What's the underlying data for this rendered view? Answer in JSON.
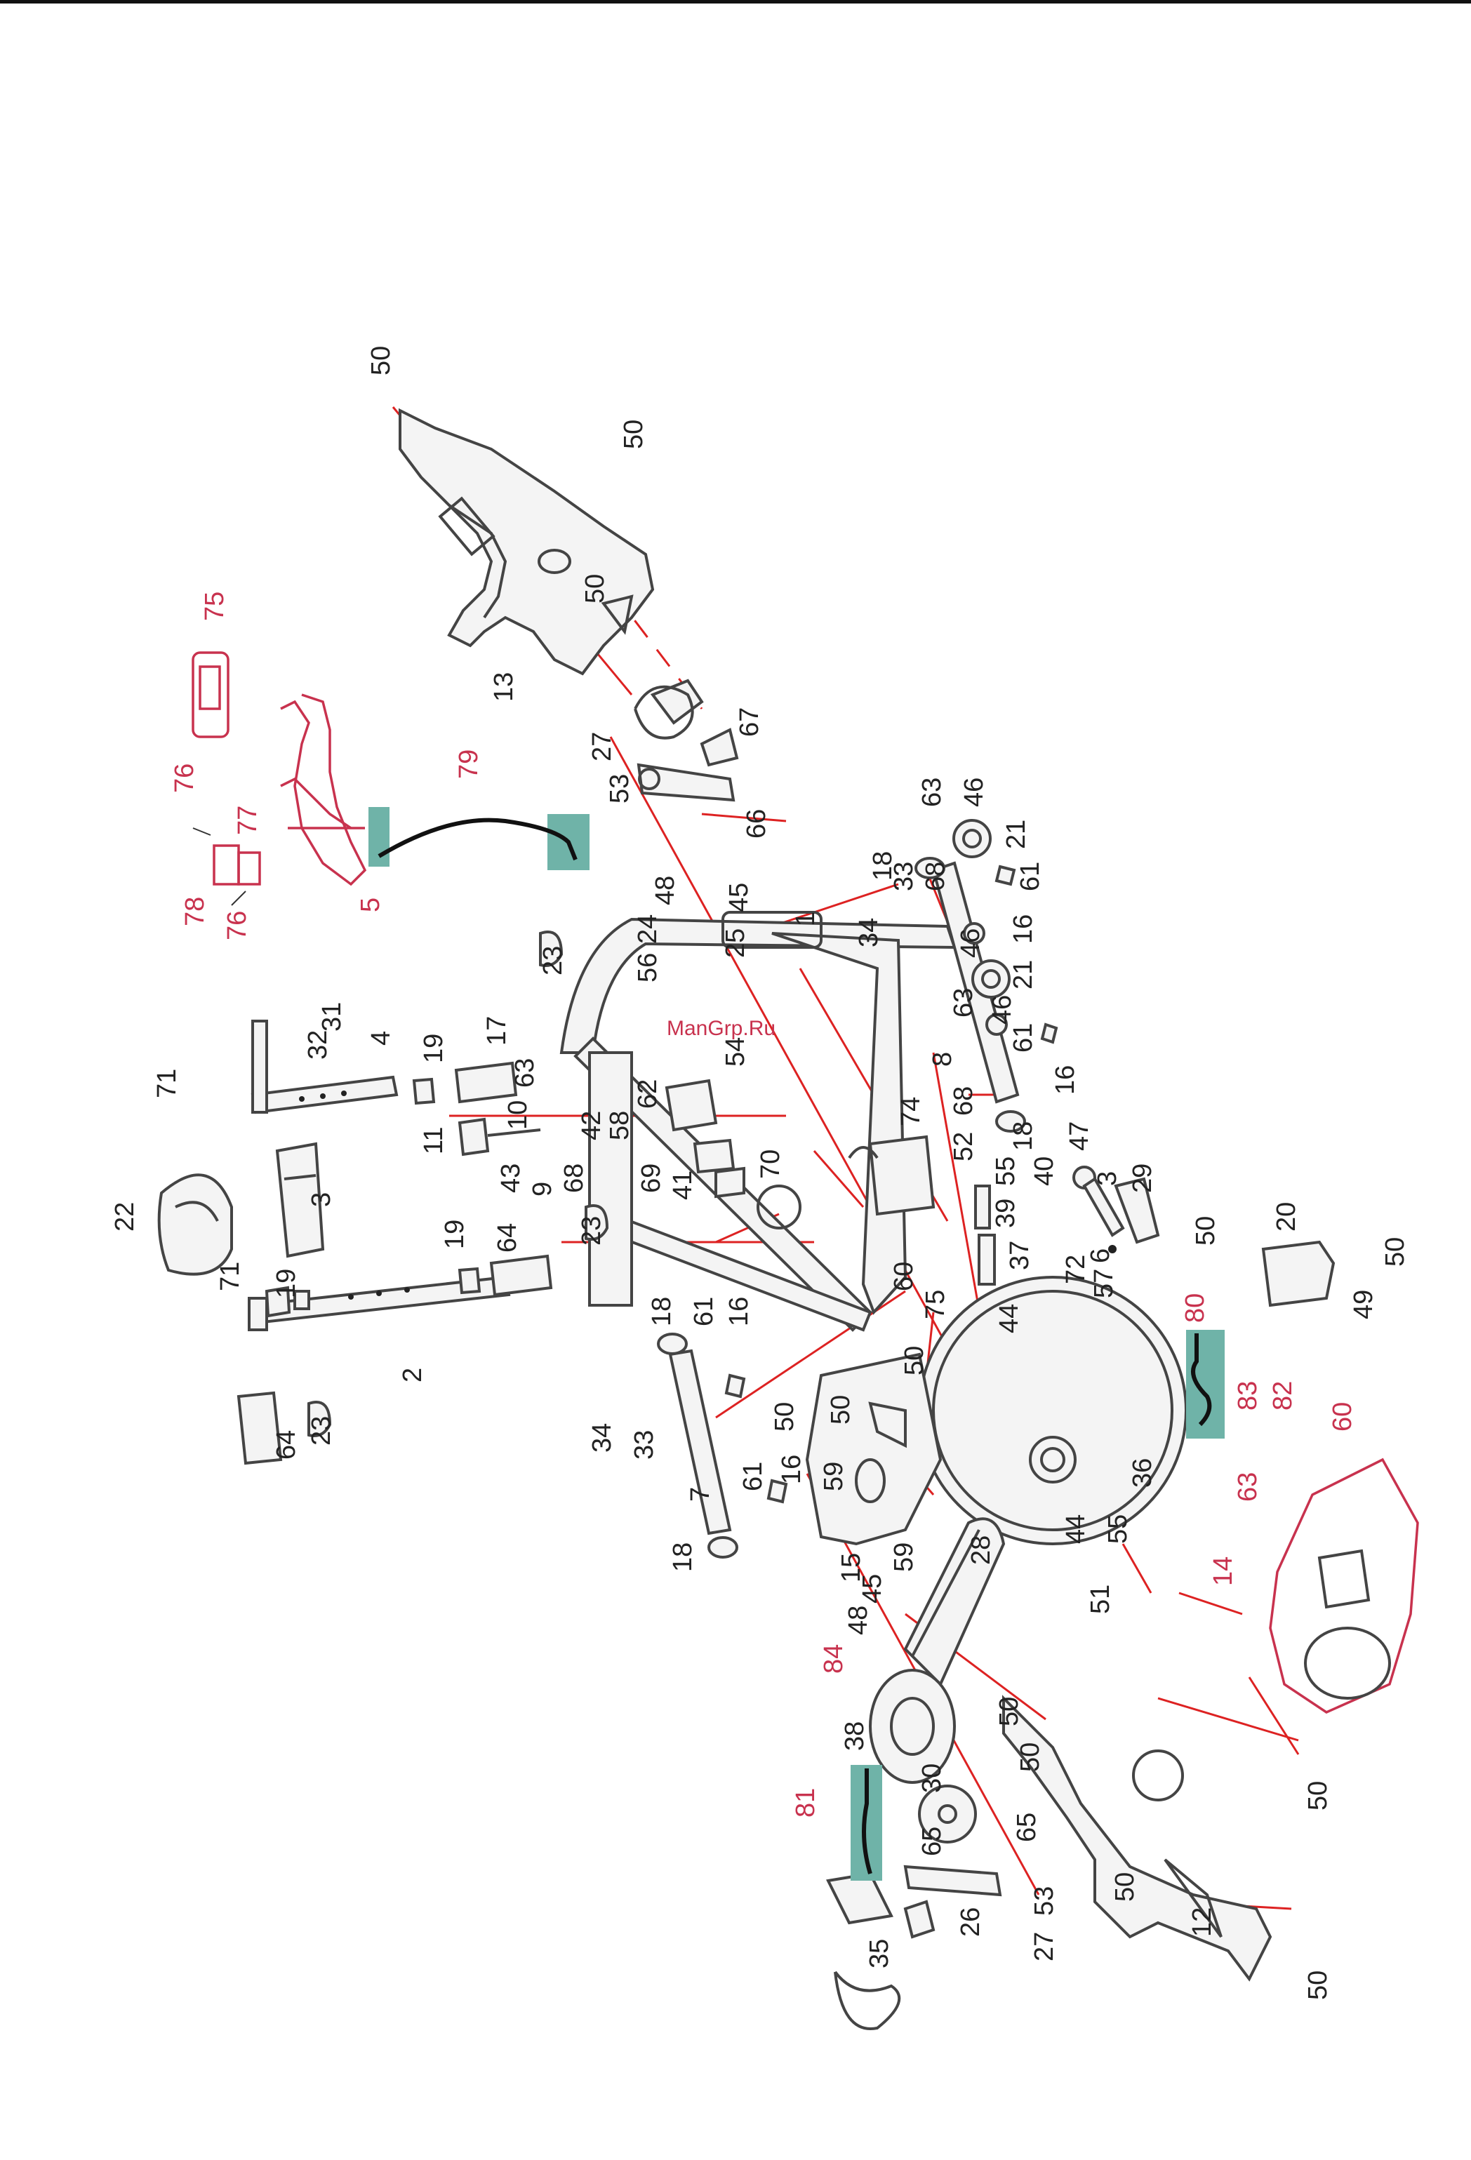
{
  "watermark": "ManGrp.Ru",
  "callouts": [
    {
      "id": "c1",
      "text": "50",
      "red": false
    },
    {
      "id": "c2",
      "text": "50",
      "red": false
    },
    {
      "id": "c3",
      "text": "50",
      "red": false
    },
    {
      "id": "c4",
      "text": "13",
      "red": false
    },
    {
      "id": "c5",
      "text": "75",
      "red": true
    },
    {
      "id": "c6",
      "text": "76",
      "red": true
    },
    {
      "id": "c7",
      "text": "76",
      "red": true
    },
    {
      "id": "c8",
      "text": "77",
      "red": true
    },
    {
      "id": "c9",
      "text": "78",
      "red": true
    },
    {
      "id": "c10",
      "text": "5",
      "red": true
    },
    {
      "id": "c11",
      "text": "79",
      "red": true
    },
    {
      "id": "c12",
      "text": "27",
      "red": false
    },
    {
      "id": "c13",
      "text": "53",
      "red": false
    },
    {
      "id": "c14",
      "text": "67",
      "red": false
    },
    {
      "id": "c15",
      "text": "66",
      "red": false
    },
    {
      "id": "c16",
      "text": "48",
      "red": false
    },
    {
      "id": "c17",
      "text": "45",
      "red": false
    },
    {
      "id": "c18",
      "text": "24",
      "red": false
    },
    {
      "id": "c19",
      "text": "56",
      "red": false
    },
    {
      "id": "c20",
      "text": "25",
      "red": false
    },
    {
      "id": "c21",
      "text": "1",
      "red": false
    },
    {
      "id": "c22",
      "text": "34",
      "red": false
    },
    {
      "id": "c23",
      "text": "33",
      "red": false
    },
    {
      "id": "c24",
      "text": "68",
      "red": false
    },
    {
      "id": "c25",
      "text": "63",
      "red": false
    },
    {
      "id": "c26",
      "text": "46",
      "red": false
    },
    {
      "id": "c27",
      "text": "21",
      "red": false
    },
    {
      "id": "c28",
      "text": "18",
      "red": false
    },
    {
      "id": "c29",
      "text": "61",
      "red": false
    },
    {
      "id": "c30",
      "text": "16",
      "red": false
    },
    {
      "id": "c31",
      "text": "46",
      "red": false
    },
    {
      "id": "c32",
      "text": "46",
      "red": false
    },
    {
      "id": "c33",
      "text": "21",
      "red": false
    },
    {
      "id": "c34",
      "text": "63",
      "red": false
    },
    {
      "id": "c35",
      "text": "8",
      "red": false
    },
    {
      "id": "c36",
      "text": "68",
      "red": false
    },
    {
      "id": "c37",
      "text": "18",
      "red": false
    },
    {
      "id": "c38",
      "text": "61",
      "red": false
    },
    {
      "id": "c39",
      "text": "16",
      "red": false
    },
    {
      "id": "c40",
      "text": "23",
      "red": false
    },
    {
      "id": "c41",
      "text": "31",
      "red": false
    },
    {
      "id": "c42",
      "text": "32",
      "red": false
    },
    {
      "id": "c43",
      "text": "4",
      "red": false
    },
    {
      "id": "c44",
      "text": "19",
      "red": false
    },
    {
      "id": "c45",
      "text": "17",
      "red": false
    },
    {
      "id": "c46",
      "text": "63",
      "red": false
    },
    {
      "id": "c47",
      "text": "10",
      "red": false
    },
    {
      "id": "c48",
      "text": "11",
      "red": false
    },
    {
      "id": "c49",
      "text": "43",
      "red": false
    },
    {
      "id": "c50",
      "text": "9",
      "red": false
    },
    {
      "id": "c51",
      "text": "68",
      "red": false
    },
    {
      "id": "c52",
      "text": "42",
      "red": false
    },
    {
      "id": "c53",
      "text": "58",
      "red": false
    },
    {
      "id": "c54",
      "text": "62",
      "red": false
    },
    {
      "id": "c55",
      "text": "69",
      "red": false
    },
    {
      "id": "c56",
      "text": "41",
      "red": false
    },
    {
      "id": "c57",
      "text": "54",
      "red": false
    },
    {
      "id": "c58",
      "text": "70",
      "red": false
    },
    {
      "id": "c59",
      "text": "74",
      "red": false
    },
    {
      "id": "c60",
      "text": "52",
      "red": false
    },
    {
      "id": "c61",
      "text": "55",
      "red": false
    },
    {
      "id": "c62",
      "text": "39",
      "red": false
    },
    {
      "id": "c63",
      "text": "40",
      "red": false
    },
    {
      "id": "c64",
      "text": "47",
      "red": false
    },
    {
      "id": "c65",
      "text": "3",
      "red": false
    },
    {
      "id": "c66",
      "text": "29",
      "red": false
    },
    {
      "id": "c67",
      "text": "6",
      "red": false
    },
    {
      "id": "c68",
      "text": "72",
      "red": false
    },
    {
      "id": "c69",
      "text": "57",
      "red": false
    },
    {
      "id": "c70",
      "text": "37",
      "red": false
    },
    {
      "id": "c71",
      "text": "44",
      "red": false
    },
    {
      "id": "c72",
      "text": "60",
      "red": false
    },
    {
      "id": "c73",
      "text": "75",
      "red": false
    },
    {
      "id": "c74",
      "text": "71",
      "red": false
    },
    {
      "id": "c75",
      "text": "22",
      "red": false
    },
    {
      "id": "c76",
      "text": "71",
      "red": false
    },
    {
      "id": "c77",
      "text": "19",
      "red": false
    },
    {
      "id": "c78",
      "text": "3",
      "red": false
    },
    {
      "id": "c79",
      "text": "19",
      "red": false
    },
    {
      "id": "c80",
      "text": "64",
      "red": false
    },
    {
      "id": "c81",
      "text": "23",
      "red": false
    },
    {
      "id": "c82",
      "text": "2",
      "red": false
    },
    {
      "id": "c83",
      "text": "23",
      "red": false
    },
    {
      "id": "c84",
      "text": "64",
      "red": false
    },
    {
      "id": "c85",
      "text": "18",
      "red": false
    },
    {
      "id": "c86",
      "text": "61",
      "red": false
    },
    {
      "id": "c87",
      "text": "16",
      "red": false
    },
    {
      "id": "c88",
      "text": "34",
      "red": false
    },
    {
      "id": "c89",
      "text": "33",
      "red": false
    },
    {
      "id": "c90",
      "text": "7",
      "red": false
    },
    {
      "id": "c91",
      "text": "61",
      "red": false
    },
    {
      "id": "c92",
      "text": "16",
      "red": false
    },
    {
      "id": "c93",
      "text": "18",
      "red": false
    },
    {
      "id": "c94",
      "text": "50",
      "red": false
    },
    {
      "id": "c95",
      "text": "50",
      "red": false
    },
    {
      "id": "c96",
      "text": "50",
      "red": false
    },
    {
      "id": "c97",
      "text": "59",
      "red": false
    },
    {
      "id": "c98",
      "text": "15",
      "red": false
    },
    {
      "id": "c99",
      "text": "59",
      "red": false
    },
    {
      "id": "c100",
      "text": "45",
      "red": false
    },
    {
      "id": "c101",
      "text": "48",
      "red": false
    },
    {
      "id": "c102",
      "text": "28",
      "red": false
    },
    {
      "id": "c103",
      "text": "36",
      "red": false
    },
    {
      "id": "c104",
      "text": "44",
      "red": false
    },
    {
      "id": "c105",
      "text": "55",
      "red": false
    },
    {
      "id": "c106",
      "text": "51",
      "red": false
    },
    {
      "id": "c107",
      "text": "84",
      "red": true
    },
    {
      "id": "c108",
      "text": "38",
      "red": false
    },
    {
      "id": "c109",
      "text": "30",
      "red": false
    },
    {
      "id": "c110",
      "text": "65",
      "red": false
    },
    {
      "id": "c111",
      "text": "65",
      "red": false
    },
    {
      "id": "c112",
      "text": "81",
      "red": true
    },
    {
      "id": "c113",
      "text": "26",
      "red": false
    },
    {
      "id": "c114",
      "text": "53",
      "red": false
    },
    {
      "id": "c115",
      "text": "27",
      "red": false
    },
    {
      "id": "c116",
      "text": "35",
      "red": false
    },
    {
      "id": "c117",
      "text": "50",
      "red": false
    },
    {
      "id": "c118",
      "text": "50",
      "red": false
    },
    {
      "id": "c119",
      "text": "50",
      "red": false
    },
    {
      "id": "c120",
      "text": "50",
      "red": false
    },
    {
      "id": "c121",
      "text": "12",
      "red": false
    },
    {
      "id": "c122",
      "text": "50",
      "red": false
    },
    {
      "id": "c123",
      "text": "80",
      "red": true
    },
    {
      "id": "c124",
      "text": "83",
      "red": true
    },
    {
      "id": "c125",
      "text": "82",
      "red": true
    },
    {
      "id": "c126",
      "text": "60",
      "red": true
    },
    {
      "id": "c127",
      "text": "63",
      "red": true
    },
    {
      "id": "c128",
      "text": "14",
      "red": true
    },
    {
      "id": "c129",
      "text": "20",
      "red": false
    },
    {
      "id": "c130",
      "text": "50",
      "red": false
    },
    {
      "id": "c131",
      "text": "50",
      "red": false
    },
    {
      "id": "c132",
      "text": "49",
      "red": false
    }
  ]
}
